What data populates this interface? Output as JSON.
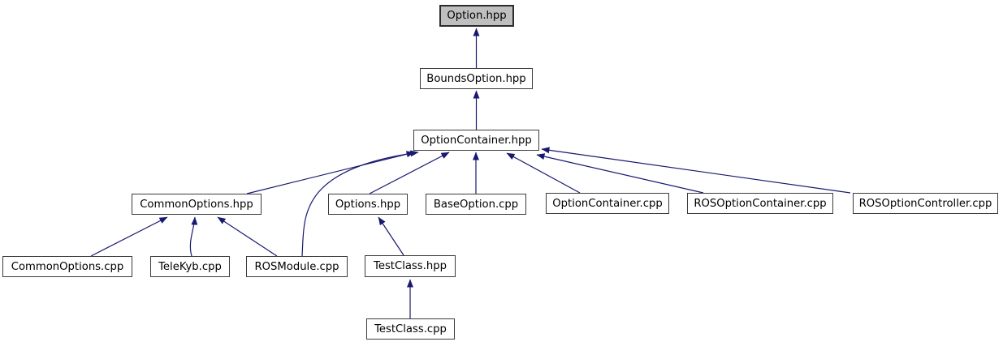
{
  "diagram": {
    "type": "include-dependency-graph",
    "colors": {
      "edge": "#191970",
      "node_fill": "#ffffff",
      "node_border": "#3b3b3b",
      "highlight_fill": "#bfbfbf",
      "background": "#ffffff"
    },
    "nodes": [
      {
        "id": "option-hpp",
        "label": "Option.hpp",
        "highlighted": true
      },
      {
        "id": "boundsoption-hpp",
        "label": "BoundsOption.hpp",
        "highlighted": false
      },
      {
        "id": "optioncontainer-hpp",
        "label": "OptionContainer.hpp",
        "highlighted": false
      },
      {
        "id": "commonoptions-hpp",
        "label": "CommonOptions.hpp",
        "highlighted": false
      },
      {
        "id": "options-hpp",
        "label": "Options.hpp",
        "highlighted": false
      },
      {
        "id": "baseoption-cpp",
        "label": "BaseOption.cpp",
        "highlighted": false
      },
      {
        "id": "optioncontainer-cpp",
        "label": "OptionContainer.cpp",
        "highlighted": false
      },
      {
        "id": "rosoptioncontainer-cpp",
        "label": "ROSOptionContainer.cpp",
        "highlighted": false
      },
      {
        "id": "rosoptioncontroller-cpp",
        "label": "ROSOptionController.cpp",
        "highlighted": false
      },
      {
        "id": "commonoptions-cpp",
        "label": "CommonOptions.cpp",
        "highlighted": false
      },
      {
        "id": "telekyb-cpp",
        "label": "TeleKyb.cpp",
        "highlighted": false
      },
      {
        "id": "rosmodule-cpp",
        "label": "ROSModule.cpp",
        "highlighted": false
      },
      {
        "id": "testclass-hpp",
        "label": "TestClass.hpp",
        "highlighted": false
      },
      {
        "id": "testclass-cpp",
        "label": "TestClass.cpp",
        "highlighted": false
      }
    ],
    "edges": [
      {
        "from": "boundsoption-hpp",
        "to": "option-hpp"
      },
      {
        "from": "optioncontainer-hpp",
        "to": "boundsoption-hpp"
      },
      {
        "from": "commonoptions-hpp",
        "to": "optioncontainer-hpp"
      },
      {
        "from": "rosmodule-cpp",
        "to": "optioncontainer-hpp"
      },
      {
        "from": "options-hpp",
        "to": "optioncontainer-hpp"
      },
      {
        "from": "baseoption-cpp",
        "to": "optioncontainer-hpp"
      },
      {
        "from": "optioncontainer-cpp",
        "to": "optioncontainer-hpp"
      },
      {
        "from": "rosoptioncontainer-cpp",
        "to": "optioncontainer-hpp"
      },
      {
        "from": "rosoptioncontroller-cpp",
        "to": "optioncontainer-hpp"
      },
      {
        "from": "commonoptions-cpp",
        "to": "commonoptions-hpp"
      },
      {
        "from": "telekyb-cpp",
        "to": "commonoptions-hpp"
      },
      {
        "from": "rosmodule-cpp",
        "to": "commonoptions-hpp"
      },
      {
        "from": "testclass-hpp",
        "to": "options-hpp"
      },
      {
        "from": "testclass-cpp",
        "to": "testclass-hpp"
      }
    ]
  }
}
